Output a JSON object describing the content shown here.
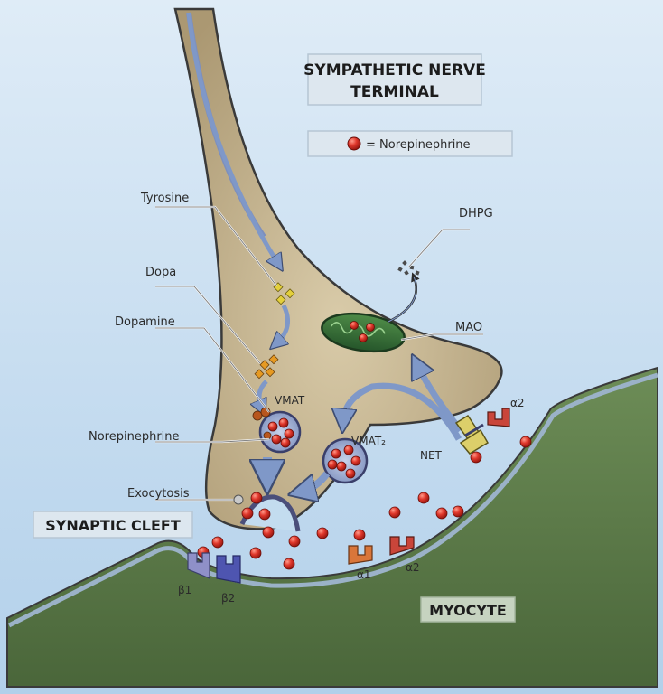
{
  "title": {
    "line1": "SYMPATHETIC NERVE",
    "line2": "TERMINAL"
  },
  "legend": {
    "text": "= Norepinephrine",
    "marker_color": "#d42a22"
  },
  "regions": {
    "cleft": "SYNAPTIC CLEFT",
    "myocyte": "MYOCYTE"
  },
  "labels": {
    "tyrosine": "Tyrosine",
    "dopa": "Dopa",
    "dopamine": "Dopamine",
    "norepinephrine": "Norepinephrine",
    "exocytosis": "Exocytosis",
    "dhpg": "DHPG",
    "mao": "MAO",
    "vmat": "VMAT",
    "vmat2": "VMAT₂",
    "net": "NET",
    "alpha2_top": "α2",
    "alpha1": "α1",
    "alpha2_bottom": "α2",
    "beta1": "β1",
    "beta2": "β2"
  },
  "colors": {
    "background": "#c3dcef",
    "neuron": "#c9b795",
    "myocyte": "#5f7f4b",
    "mitochondrion": "#2f6a36",
    "norepinephrine": "#d42a22",
    "tyrosine": "#e3cf3c",
    "dopa": "#e69a22",
    "dopamine": "#b8561d",
    "arrow": "#7f98c8",
    "alpha_receptor": "#c9453a",
    "beta_receptor": "#6d6fb5"
  }
}
